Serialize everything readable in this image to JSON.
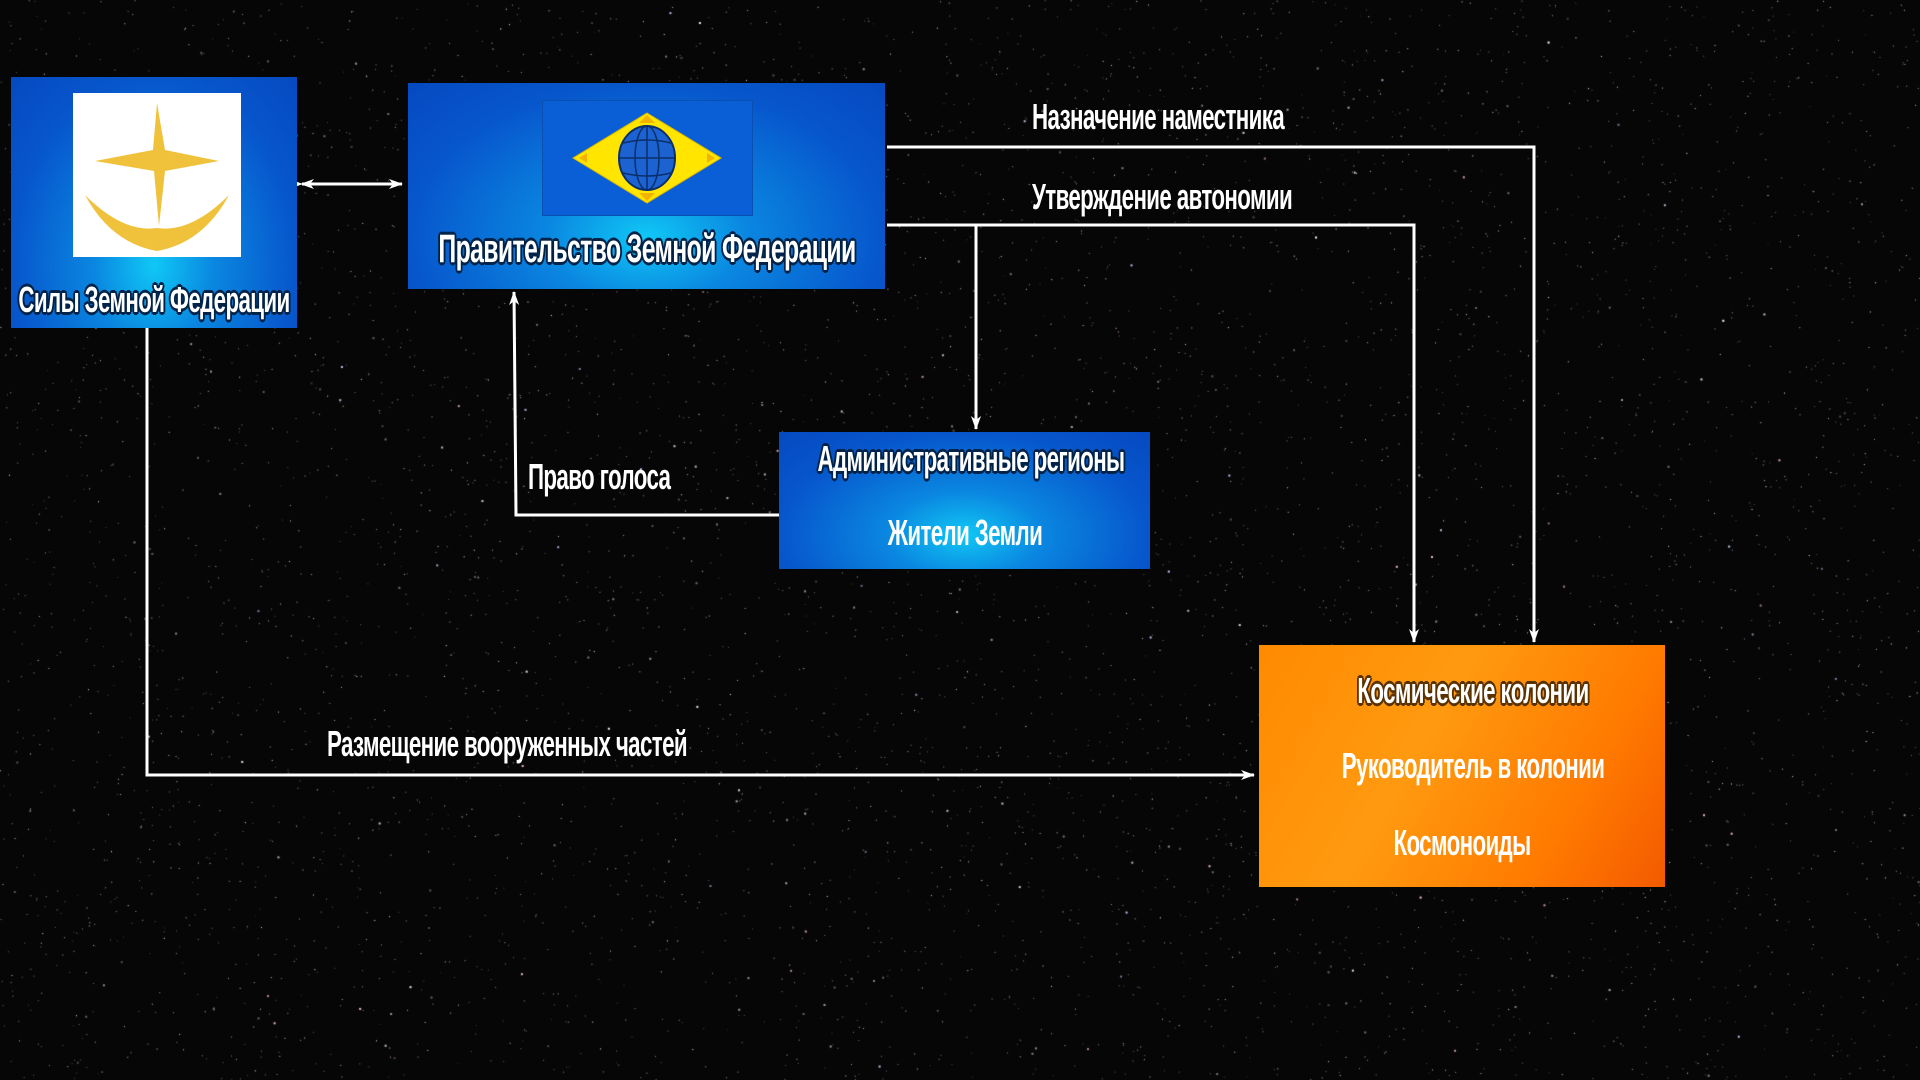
{
  "nodes": {
    "forces": {
      "label": "Силы Земной Федерации"
    },
    "government": {
      "label": "Правительство Земной Федерации"
    },
    "regions": {
      "title": "Административные регионы",
      "subtitle": "Жители Земли"
    },
    "colonies": {
      "title": "Космические колонии",
      "line2": "Руководитель в колонии",
      "line3": "Космоноиды"
    }
  },
  "edges": {
    "appoint": "Назначение наместника",
    "autonomy": "Утверждение автономии",
    "vote": "Право голоса",
    "deploy": "Размещение вооруженных частей"
  },
  "colors": {
    "blue": "#0756cc",
    "orange": "#ff8a00",
    "emblem": "#f0c23c",
    "flag_yellow": "#ffe500"
  }
}
